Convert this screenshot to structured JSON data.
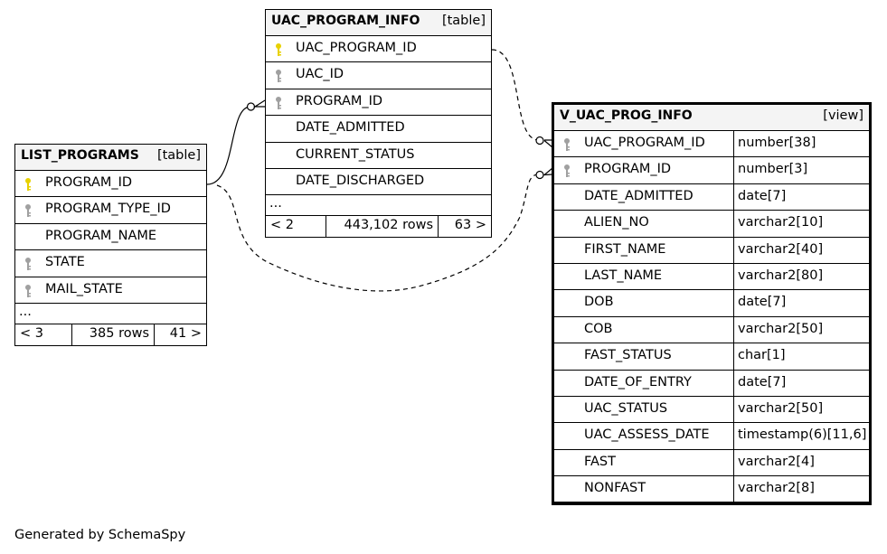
{
  "tables": {
    "list_programs": {
      "name": "LIST_PROGRAMS",
      "kind": "[table]",
      "columns": [
        {
          "name": "PROGRAM_ID",
          "key": "primary"
        },
        {
          "name": "PROGRAM_TYPE_ID",
          "key": "foreign"
        },
        {
          "name": "PROGRAM_NAME",
          "key": "none"
        },
        {
          "name": "STATE",
          "key": "foreign"
        },
        {
          "name": "MAIL_STATE",
          "key": "foreign"
        }
      ],
      "ellipsis": "...",
      "footer": {
        "parents": "< 3",
        "rows": "385 rows",
        "children": "41 >"
      }
    },
    "uac_program_info": {
      "name": "UAC_PROGRAM_INFO",
      "kind": "[table]",
      "columns": [
        {
          "name": "UAC_PROGRAM_ID",
          "key": "primary"
        },
        {
          "name": "UAC_ID",
          "key": "foreign"
        },
        {
          "name": "PROGRAM_ID",
          "key": "foreign"
        },
        {
          "name": "DATE_ADMITTED",
          "key": "none"
        },
        {
          "name": "CURRENT_STATUS",
          "key": "none"
        },
        {
          "name": "DATE_DISCHARGED",
          "key": "none"
        }
      ],
      "ellipsis": "...",
      "footer": {
        "parents": "< 2",
        "rows": "443,102 rows",
        "children": "63 >"
      }
    },
    "v_uac_prog_info": {
      "name": "V_UAC_PROG_INFO",
      "kind": "[view]",
      "columns": [
        {
          "name": "UAC_PROGRAM_ID",
          "type": "number[38]",
          "key": "foreign"
        },
        {
          "name": "PROGRAM_ID",
          "type": "number[3]",
          "key": "foreign"
        },
        {
          "name": "DATE_ADMITTED",
          "type": "date[7]",
          "key": "none"
        },
        {
          "name": "ALIEN_NO",
          "type": "varchar2[10]",
          "key": "none"
        },
        {
          "name": "FIRST_NAME",
          "type": "varchar2[40]",
          "key": "none"
        },
        {
          "name": "LAST_NAME",
          "type": "varchar2[80]",
          "key": "none"
        },
        {
          "name": "DOB",
          "type": "date[7]",
          "key": "none"
        },
        {
          "name": "COB",
          "type": "varchar2[50]",
          "key": "none"
        },
        {
          "name": "FAST_STATUS",
          "type": "char[1]",
          "key": "none"
        },
        {
          "name": "DATE_OF_ENTRY",
          "type": "date[7]",
          "key": "none"
        },
        {
          "name": "UAC_STATUS",
          "type": "varchar2[50]",
          "key": "none"
        },
        {
          "name": "UAC_ASSESS_DATE",
          "type": "timestamp(6)[11,6]",
          "key": "none"
        },
        {
          "name": "FAST",
          "type": "varchar2[4]",
          "key": "none"
        },
        {
          "name": "NONFAST",
          "type": "varchar2[8]",
          "key": "none"
        }
      ]
    }
  },
  "colors": {
    "primary_key": "#e8d100",
    "foreign_key": "#a0a0a0",
    "header_bg": "#f4f4f4"
  },
  "footer_text": "Generated by SchemaSpy"
}
